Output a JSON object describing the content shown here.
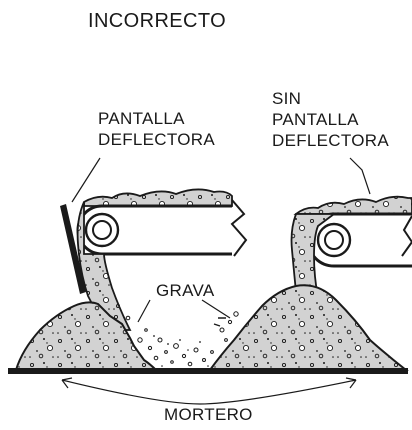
{
  "title": "INCORRECTO",
  "labels": {
    "pantalla_line1": "PANTALLA",
    "pantalla_line2": "DEFLECTORA",
    "sin_line1": "SIN",
    "sin_line2": "PANTALLA",
    "sin_line3": "DEFLECTORA",
    "grava": "GRAVA",
    "mortero": "MORTERO"
  },
  "colors": {
    "ink": "#1a1a1a",
    "pile_fill": "#d2d2d2",
    "background": "#ffffff"
  }
}
